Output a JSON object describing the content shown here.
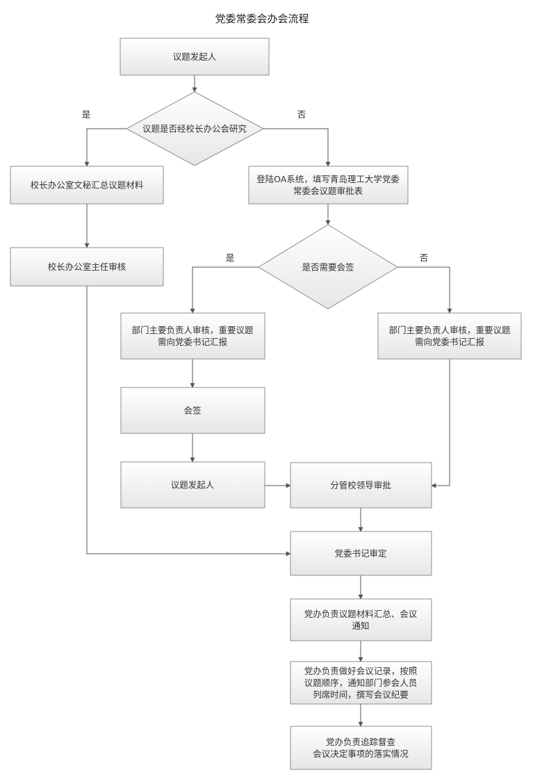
{
  "title": "党委常委会办会流程",
  "nodes": {
    "n1": [
      "议题发起人"
    ],
    "d1": [
      "议题是否经校长办公会研究"
    ],
    "n2": [
      "校长办公室文秘汇总议题材料"
    ],
    "n3": [
      "校长办公室主任审核"
    ],
    "n4": [
      "登陆OA系统，填写青岛理工大学党委",
      "常委会议题审批表"
    ],
    "d2": [
      "是否需要会签"
    ],
    "n5": [
      "部门主要负责人审核，重要议题",
      "需向党委书记汇报"
    ],
    "n6": [
      "部门主要负责人审核，重要议题",
      "需向党委书记汇报"
    ],
    "n7": [
      "会签"
    ],
    "n8": [
      "议题发起人"
    ],
    "n9": [
      "分管校领导审批"
    ],
    "n10": [
      "党委书记审定"
    ],
    "n11": [
      "党办负责议题材料汇总、会议",
      "通知"
    ],
    "n12": [
      "党办负责做好会议记录，按照",
      "议题顺序，通知部门参会人员",
      "列席时间，撰写会议纪要"
    ],
    "n13": [
      "党办负责追踪督查",
      "会议决定事项的落实情况"
    ]
  },
  "branch_labels": {
    "d1_yes": "是",
    "d1_no": "否",
    "d2_yes": "是",
    "d2_no": "否"
  }
}
